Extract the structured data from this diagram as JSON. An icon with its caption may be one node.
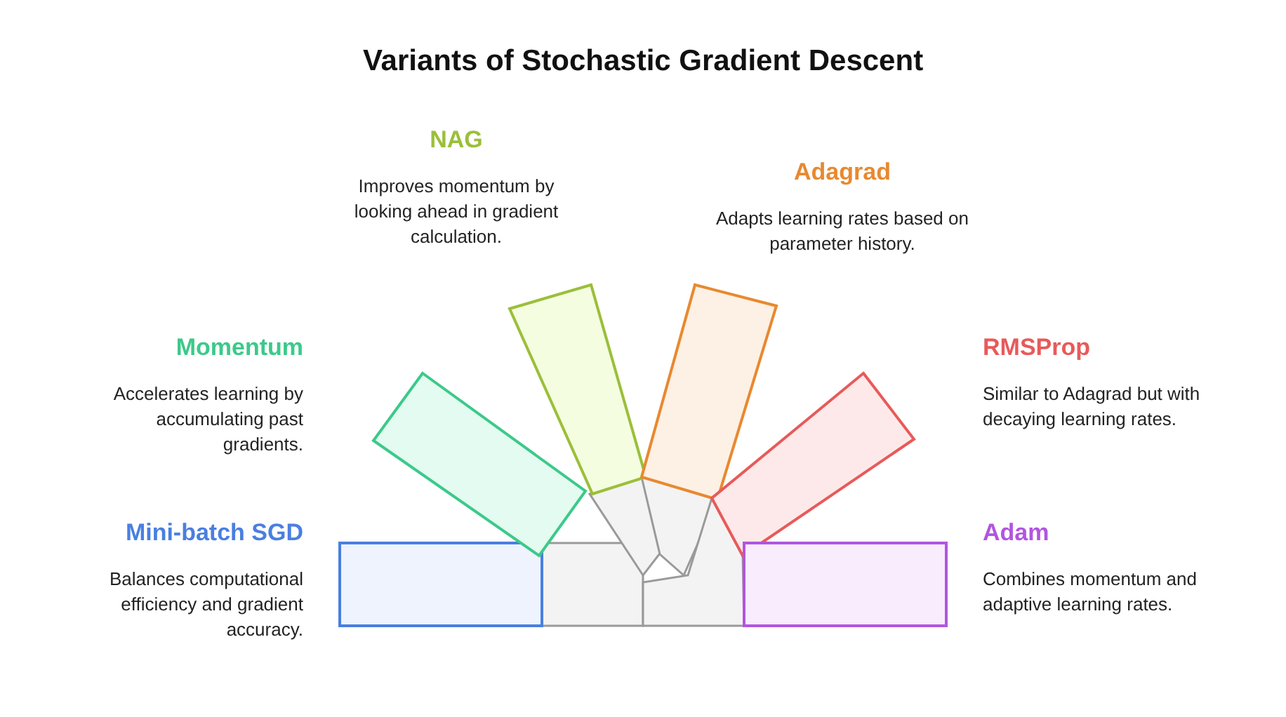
{
  "diagram": {
    "title": "Variants of Stochastic Gradient Descent",
    "nodes": [
      {
        "text": [
          "Mini-batch SGD",
          "Balances computational efficiency and gradient accuracy."
        ]
      },
      {
        "text": [
          "Momentum",
          "Accelerates learning by accumulating past gradients."
        ]
      },
      {
        "text": [
          "NAG",
          "Improves momentum by looking ahead in gradient calculation."
        ]
      },
      {
        "text": [
          "Adagrad",
          "Adapts learning rates based on parameter history."
        ]
      },
      {
        "text": [
          "RMSProp",
          "Similar to Adagrad but with decaying learning rates."
        ]
      },
      {
        "text": [
          "Adam",
          "Combines momentum and adaptive learning rates."
        ]
      }
    ]
  }
}
